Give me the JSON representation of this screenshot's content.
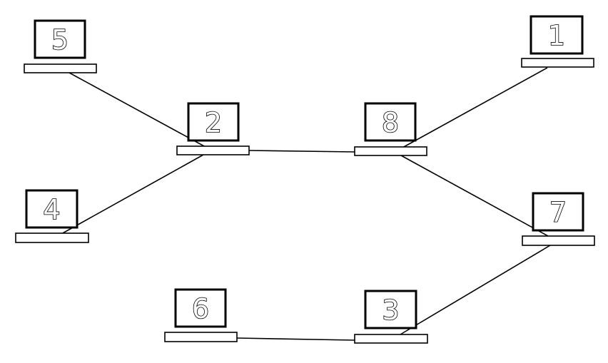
{
  "nodes": [
    {
      "id": "1",
      "label": "1"
    },
    {
      "id": "2",
      "label": "2"
    },
    {
      "id": "3",
      "label": "3"
    },
    {
      "id": "4",
      "label": "4"
    },
    {
      "id": "5",
      "label": "5"
    },
    {
      "id": "6",
      "label": "6"
    },
    {
      "id": "7",
      "label": "7"
    },
    {
      "id": "8",
      "label": "8"
    }
  ],
  "edges": [
    {
      "from": "5",
      "to": "2"
    },
    {
      "from": "4",
      "to": "2"
    },
    {
      "from": "2",
      "to": "8"
    },
    {
      "from": "1",
      "to": "8"
    },
    {
      "from": "8",
      "to": "7"
    },
    {
      "from": "7",
      "to": "3"
    },
    {
      "from": "6",
      "to": "3"
    }
  ]
}
